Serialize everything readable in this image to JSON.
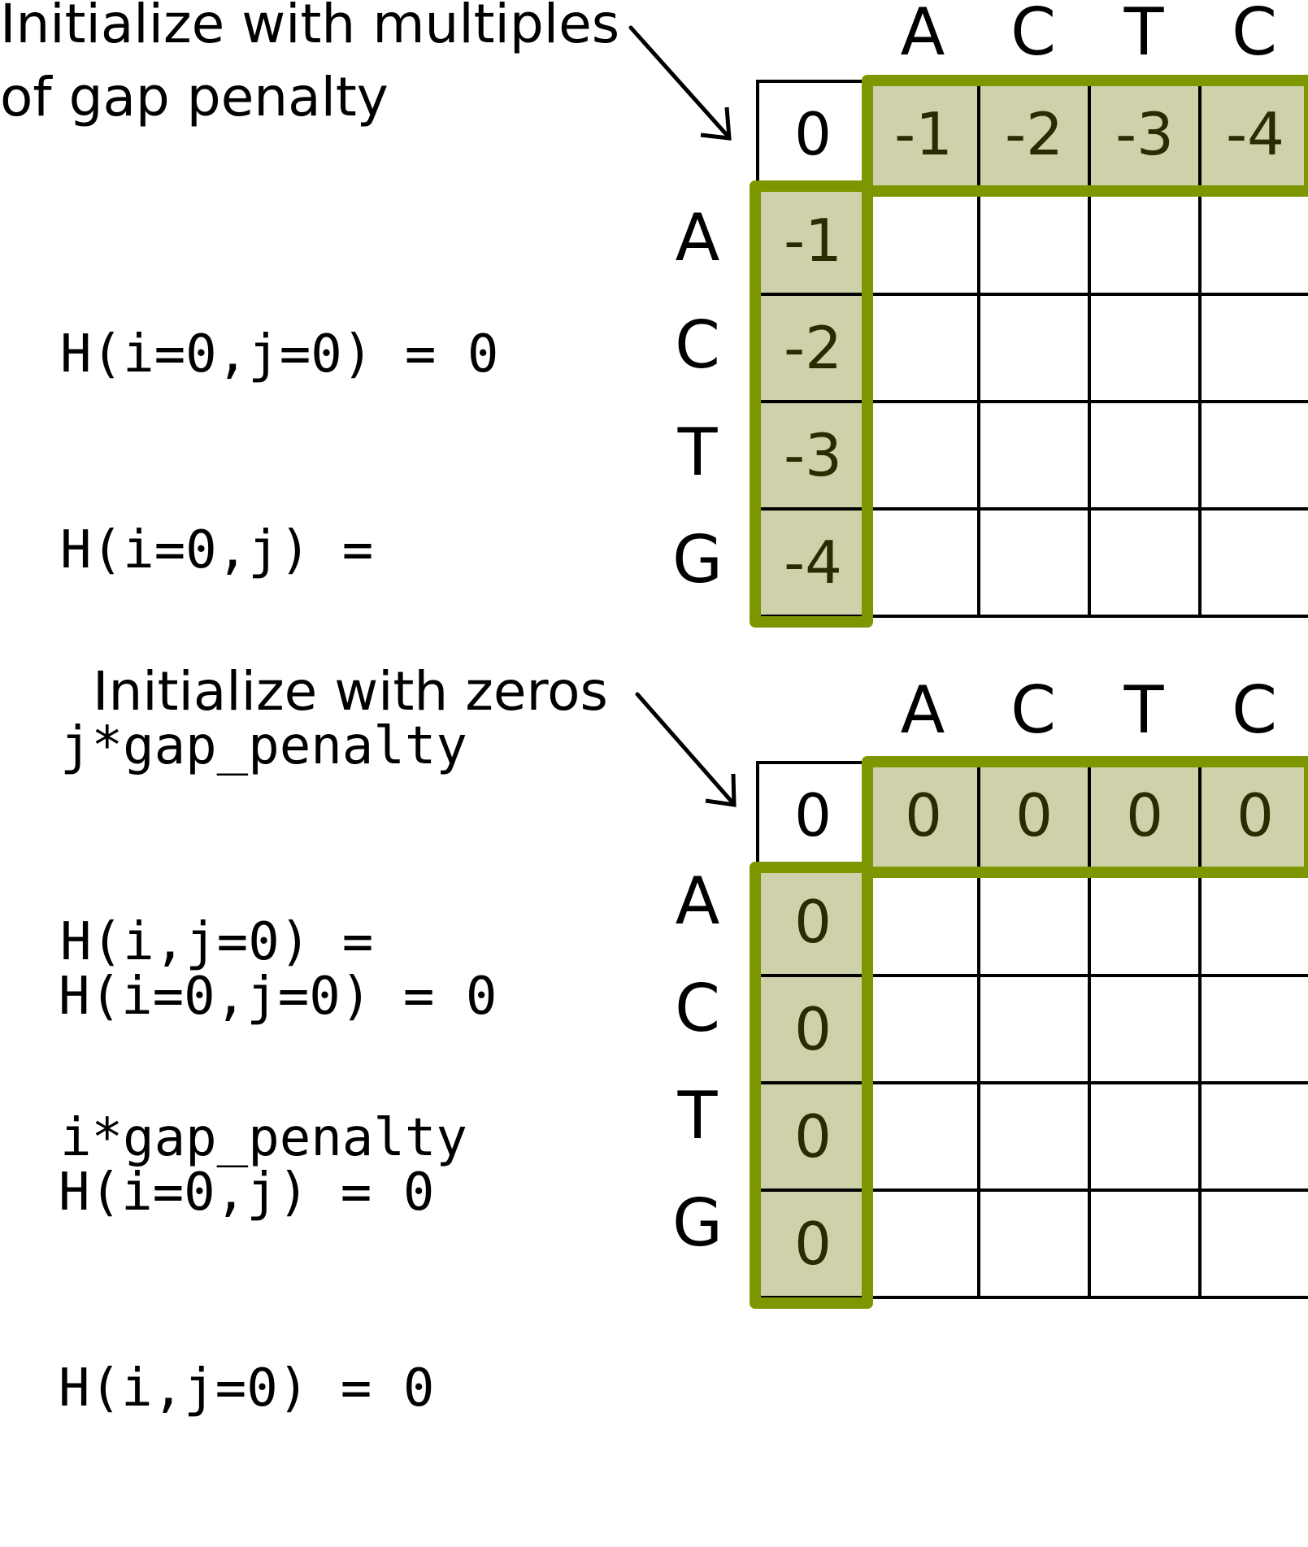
{
  "accent_color": "#7d9700",
  "init_fill_color": "#cfd1ab",
  "panels": [
    {
      "caption": [
        "Initialize with multiples",
        "of gap penalty"
      ],
      "code_lines": [
        "H(i=0,j=0) = 0",
        "H(i=0,j) =",
        "j*gap_penalty",
        "H(i,j=0) =",
        "i*gap_penalty"
      ],
      "top_sequence": [
        "A",
        "C",
        "T",
        "C"
      ],
      "left_sequence": [
        "A",
        "C",
        "T",
        "G"
      ],
      "origin_value": "0",
      "first_row": [
        "-1",
        "-2",
        "-3",
        "-4"
      ],
      "first_column": [
        "-1",
        "-2",
        "-3",
        "-4"
      ]
    },
    {
      "caption": [
        "Initialize with zeros"
      ],
      "code_lines": [
        "H(i=0,j=0) = 0",
        "H(i=0,j) = 0",
        "H(i,j=0) = 0"
      ],
      "top_sequence": [
        "A",
        "C",
        "T",
        "C"
      ],
      "left_sequence": [
        "A",
        "C",
        "T",
        "G"
      ],
      "origin_value": "0",
      "first_row": [
        "0",
        "0",
        "0",
        "0"
      ],
      "first_column": [
        "0",
        "0",
        "0",
        "0"
      ]
    }
  ]
}
